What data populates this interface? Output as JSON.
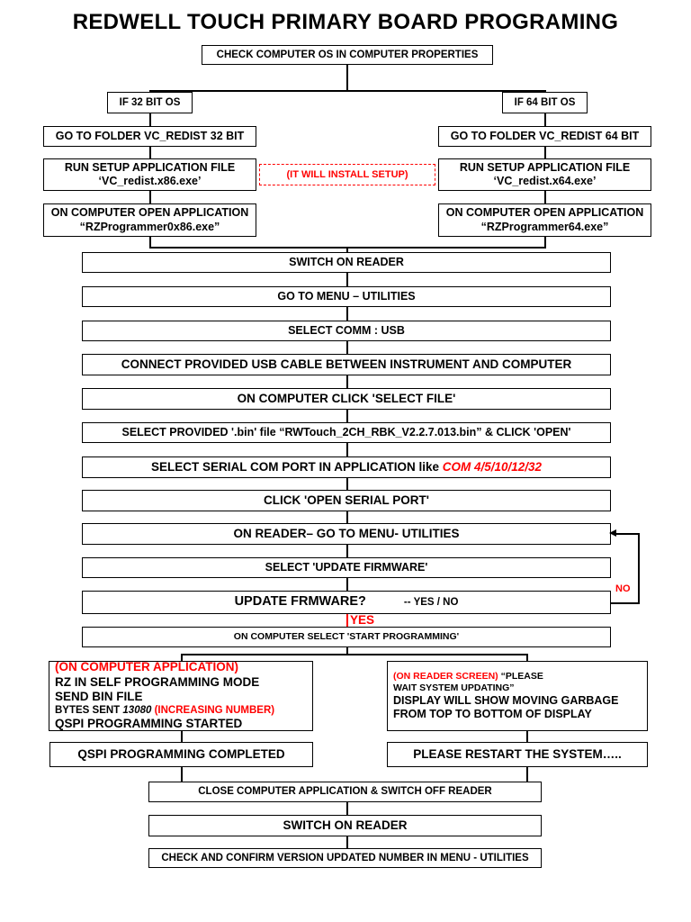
{
  "title": "REDWELL TOUCH PRIMARY BOARD PROGRAMING",
  "nodes": {
    "check_os": "CHECK COMPUTER OS IN COMPUTER PROPERTIES",
    "if32": "IF 32 BIT OS",
    "if64": "IF 64 BIT OS",
    "folder32": "GO TO FOLDER VC_REDIST 32 BIT",
    "folder64": "GO TO FOLDER VC_REDIST 64 BIT",
    "run_setup_label": "RUN SETUP APPLICATION FILE",
    "setup_file_32": "‘VC_redist.x86.exe’",
    "setup_file_64": "‘VC_redist.x64.exe’",
    "install_note": "(IT WILL INSTALL SETUP)",
    "open_app_label": "ON COMPUTER OPEN APPLICATION",
    "app_file_32": "“RZProgrammer0x86.exe”",
    "app_file_64": "“RZProgrammer64.exe”",
    "switch_on_reader": "SWITCH ON READER",
    "go_to_menu_utilities": "GO TO MENU – UTILITIES",
    "select_comm_usb": "SELECT COMM : USB",
    "connect_usb": "CONNECT PROVIDED USB CABLE BETWEEN INSTRUMENT AND COMPUTER",
    "click_select_file": "ON COMPUTER CLICK 'SELECT FILE'",
    "select_bin": "SELECT PROVIDED '.bin' file “RWTouch_2CH_RBK_V2.2.7.013.bin” & CLICK 'OPEN'",
    "select_com_prefix": "SELECT SERIAL COM PORT IN APPLICATION like ",
    "select_com_value": "COM 4/5/10/12/32",
    "click_open_serial": "CLICK 'OPEN SERIAL PORT'",
    "on_reader_menu": "ON READER– GO TO MENU- UTILITIES",
    "select_update_firmware": "SELECT 'UPDATE FIRMWARE'",
    "update_firmware_q": "UPDATE FRMWARE?",
    "update_firmware_options": "-- YES / NO",
    "start_programming": "ON COMPUTER SELECT 'START PROGRAMMING'",
    "qspi_completed": "QSPI PROGRAMMING COMPLETED",
    "please_restart": "PLEASE RESTART THE SYSTEM…..",
    "close_app": "CLOSE COMPUTER APPLICATION & SWITCH OFF READER",
    "switch_on_reader_2": "SWITCH ON READER",
    "check_version": "CHECK AND CONFIRM VERSION UPDATED NUMBER IN MENU - UTILITIES"
  },
  "computer_panel": {
    "line1": "(ON COMPUTER APPLICATION)",
    "line2": "RZ IN SELF PROGRAMMING MODE",
    "line3": "SEND BIN FILE",
    "line4_prefix": "BYTES SENT ",
    "line4_value": "13080",
    "line4_suffix": " (INCREASING NUMBER)",
    "line5": "QSPI PROGRAMMING STARTED"
  },
  "reader_panel": {
    "line1_red": "(ON READER SCREEN)",
    "line1_rest": " “PLEASE",
    "line2": "WAIT SYSTEM UPDATING”",
    "line3": "DISPLAY WILL SHOW MOVING GARBAGE",
    "line4": "FROM TOP TO BOTTOM OF DISPLAY"
  },
  "labels": {
    "yes": "YES",
    "no": "NO"
  },
  "colors": {
    "accent_red": "#ff0000",
    "line": "#000000",
    "background": "#ffffff"
  }
}
